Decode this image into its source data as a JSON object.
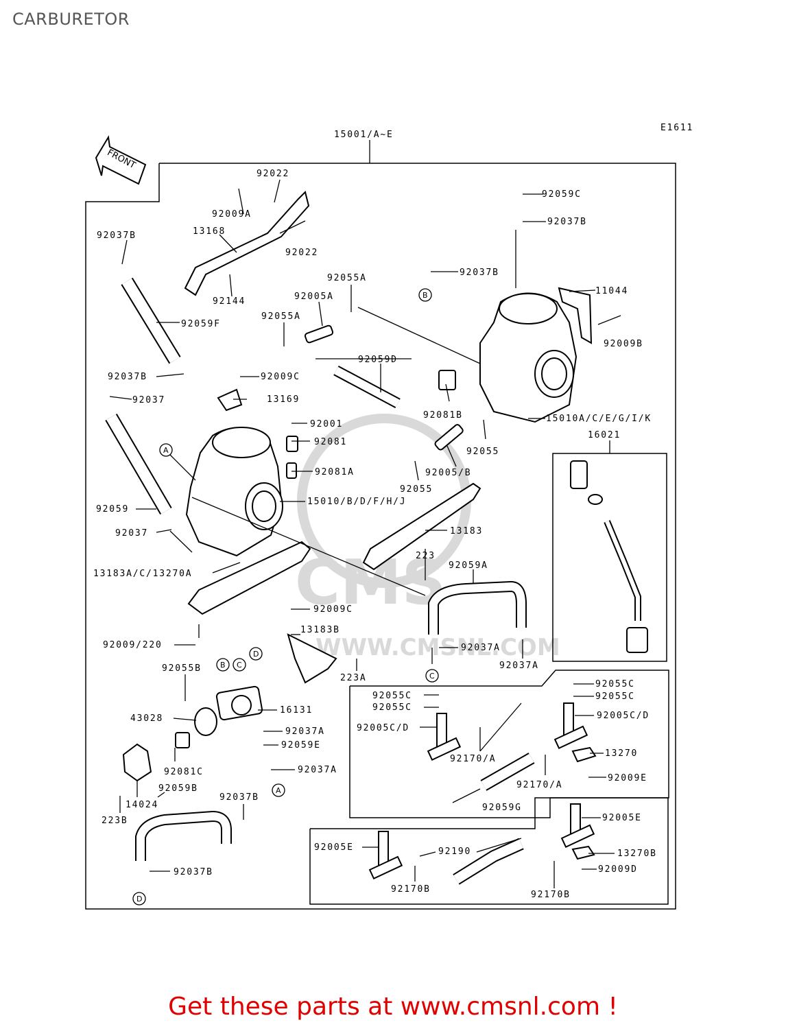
{
  "page": {
    "title": "CARBURETOR"
  },
  "diagram": {
    "code": "E1611",
    "front_arrow": "FRONT",
    "watermark": "WWW.CMSNL.COM",
    "labels": {
      "l15001": "15001/A~E",
      "l92022a": "92022",
      "l92009a": "92009A",
      "l92022b": "92022",
      "l13168": "13168",
      "l92037b_1": "92037B",
      "l92144": "92144",
      "l92059f": "92059F",
      "l92037b_2": "92037B",
      "l92037": "92037",
      "l92059c": "92059C",
      "l92037b_3": "92037B",
      "l92037b_4": "92037B",
      "l11044": "11044",
      "l92009b": "92009B",
      "l92055a_1": "92055A",
      "l92005a": "92005A",
      "l92055a_2": "92055A",
      "l92059d": "92059D",
      "l92009c_1": "92009C",
      "l13169": "13169",
      "l92081b": "92081B",
      "l15010a": "15010A/C/E/G/I/K",
      "l16021": "16021",
      "l92001": "92001",
      "l92081": "92081",
      "l92081a": "92081A",
      "l92055_1": "92055",
      "l92005b": "92005/B",
      "l92055_2": "92055",
      "l15010b": "15010/B/D/F/H/J",
      "l92059": "92059",
      "l92037_2": "92037",
      "l13183": "13183",
      "l223": "223",
      "l92059a": "92059A",
      "l13183a": "13183A/C/13270A",
      "l92009c_2": "92009C",
      "l13183b": "13183B",
      "l92037a_1": "92037A",
      "l92037a_2": "92037A",
      "l92009_220": "92009/220",
      "l92055b": "92055B",
      "l223a": "223A",
      "l16131": "16131",
      "l43028": "43028",
      "l92037a_3": "92037A",
      "l92059e": "92059E",
      "l92081c": "92081C",
      "l92037a_4": "92037A",
      "l14024": "14024",
      "l92059b": "92059B",
      "l223b": "223B",
      "l92037b_5": "92037B",
      "l92037b_6": "92037B",
      "l92055c_1": "92055C",
      "l92055c_2": "92055C",
      "l92055c_3": "92055C",
      "l92055c_4": "92055C",
      "l92005cd_1": "92005C/D",
      "l92005cd_2": "92005C/D",
      "l92170a_1": "92170/A",
      "l92170a_2": "92170/A",
      "l13270": "13270",
      "l92009e": "92009E",
      "l92059g": "92059G",
      "l92005e_1": "92005E",
      "l92005e_2": "92005E",
      "l92190": "92190",
      "l13270b": "13270B",
      "l92009d": "92009D",
      "l92170b_1": "92170B",
      "l92170b_2": "92170B"
    },
    "refs": {
      "A": "A",
      "B": "B",
      "C": "C",
      "D": "D"
    }
  },
  "footer": {
    "text": "Get these parts at www.cmsnl.com !"
  }
}
